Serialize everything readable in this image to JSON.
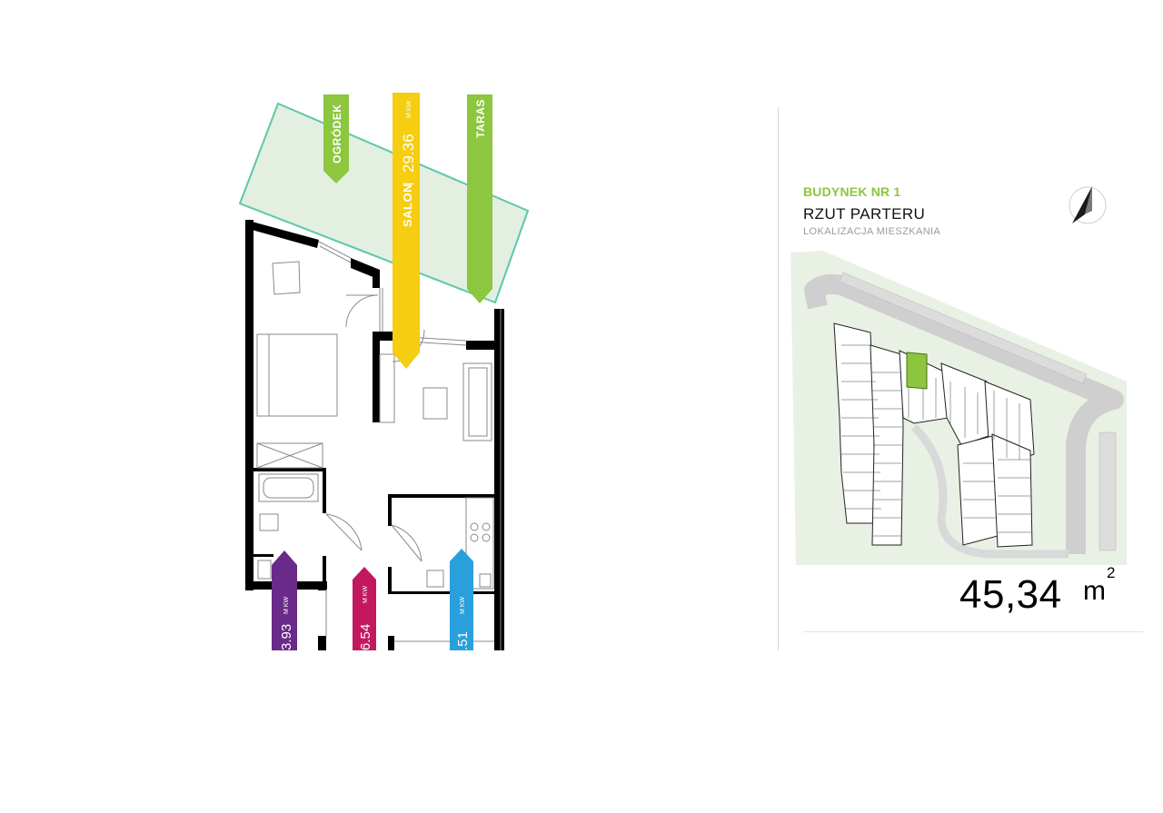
{
  "unit_plan": {
    "labels": [
      {
        "name": "ogrodek",
        "text": "OGRÓDEK",
        "area": "",
        "unit": "",
        "color": "#8dc63f"
      },
      {
        "name": "salon",
        "text": "SALON",
        "area": "29.36",
        "unit": "M KW",
        "color": "#f5cd11"
      },
      {
        "name": "taras",
        "text": "TARAS",
        "area": "",
        "unit": "",
        "color": "#8dc63f"
      },
      {
        "name": "room-purple",
        "text": "",
        "area": "3.93",
        "unit": "M KW",
        "color": "#6a2a8a"
      },
      {
        "name": "room-magenta",
        "text": "",
        "area": "6.54",
        "unit": "M KW",
        "color": "#c3185e"
      },
      {
        "name": "room-blue",
        "text": "",
        "area": ".51",
        "unit": "M KW",
        "color": "#29a0db"
      }
    ],
    "garden_color": "#e3efe0",
    "garden_outline": "#5bc8a8",
    "wall_color": "#000000"
  },
  "location": {
    "building": "BUDYNEK NR 1",
    "plan": "RZUT PARTERU",
    "subtitle": "LOKALIZACJA MIESZKANIA",
    "highlight_color": "#8cc63f"
  },
  "area": {
    "value": "45,34",
    "unit": "m",
    "exponent": "2"
  },
  "icons": {
    "compass": "north-arrow-icon"
  }
}
